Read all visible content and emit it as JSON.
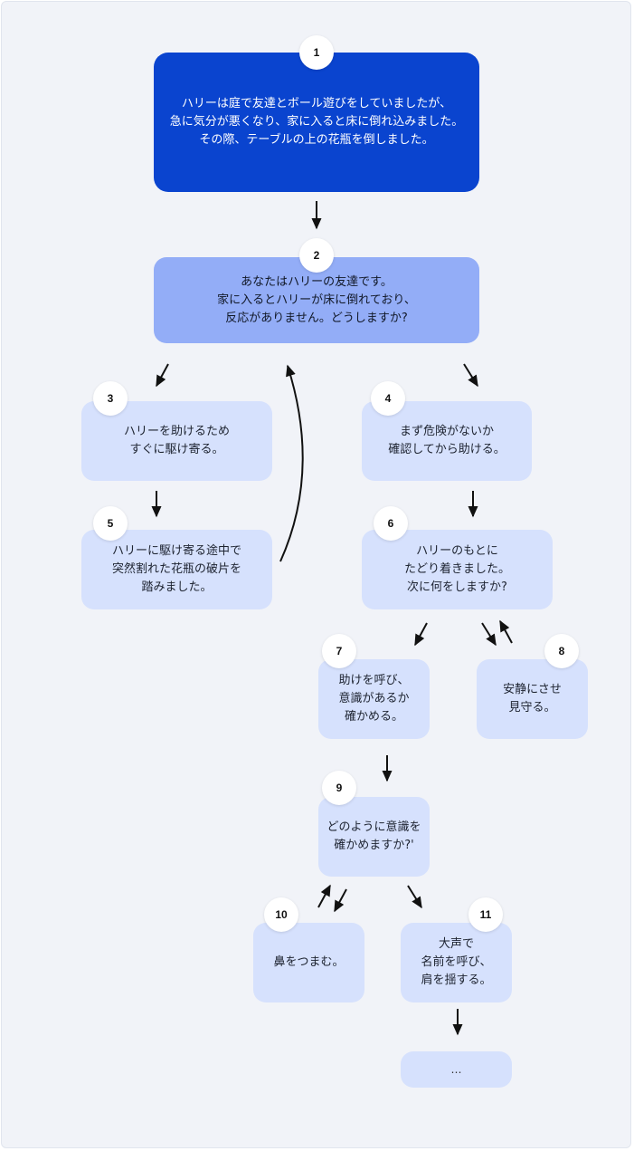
{
  "steps": [
    {
      "num": "1",
      "text": "ハリーは庭で友達とボール遊びをしていましたが、\n急に気分が悪くなり、家に入ると床に倒れ込みました。\nその際、テーブルの上の花瓶を倒しました。"
    },
    {
      "num": "2",
      "text": "あなたはハリーの友達です。\n家に入るとハリーが床に倒れており、\n反応がありません。どうしますか?"
    },
    {
      "num": "3",
      "text": "ハリーを助けるため\nすぐに駆け寄る。"
    },
    {
      "num": "4",
      "text": "まず危険がないか\n確認してから助ける。"
    },
    {
      "num": "5",
      "text": "ハリーに駆け寄る途中で\n突然割れた花瓶の破片を\n踏みました。"
    },
    {
      "num": "6",
      "text": "ハリーのもとに\nたどり着きました。\n次に何をしますか?"
    },
    {
      "num": "7",
      "text": "助けを呼び、\n意識があるか\n確かめる。"
    },
    {
      "num": "8",
      "text": "安静にさせ\n見守る。"
    },
    {
      "num": "9",
      "text": "どのように意識を\n確かめますか?'"
    },
    {
      "num": "10",
      "text": "鼻をつまむ。"
    },
    {
      "num": "11",
      "text": "大声で\n名前を呼び、\n肩を揺する。"
    }
  ],
  "continuation": "…",
  "colors": {
    "background": "#f1f3f8",
    "step1": "#0a44cf",
    "step2": "#93adf7",
    "choice": "#d6e1fd",
    "arrow": "#111111"
  }
}
